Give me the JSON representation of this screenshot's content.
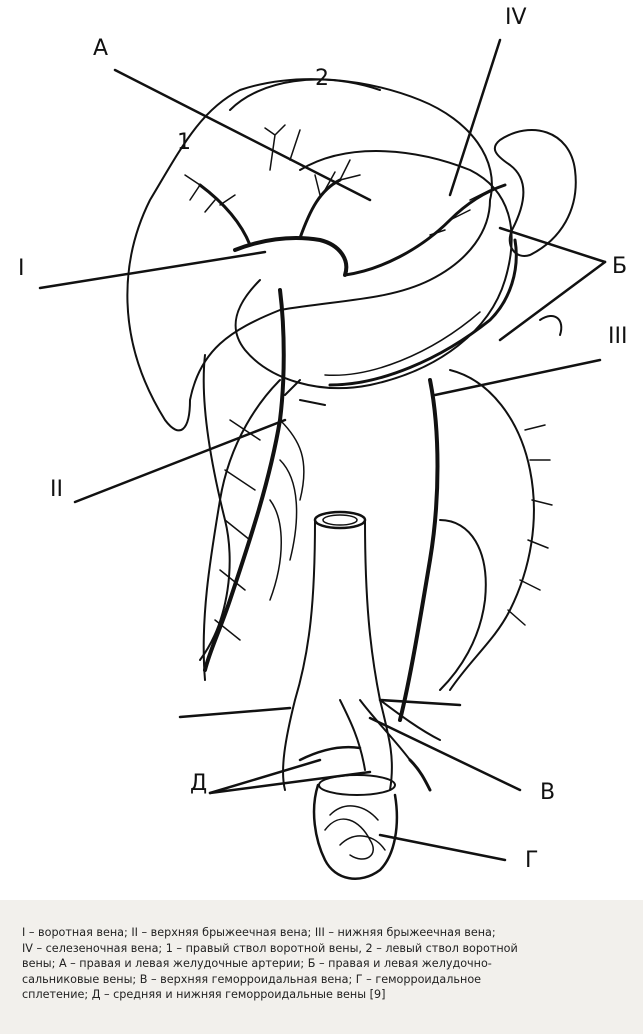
{
  "labels": {
    "A": "А",
    "two": "2",
    "IV": "IV",
    "one": "1",
    "I": "I",
    "B": "Б",
    "III": "III",
    "II": "II",
    "D": "Д",
    "V": "В",
    "G": "Г"
  },
  "caption": {
    "line1": "I – воротная вена; II – верхняя брыжеечная вена; III – нижняя брыжеечная вена;",
    "line2": "IV – селезеночная вена; 1 – правый ствол воротной вены, 2 – левый ствол воротной",
    "line3": "вены; А – правая и левая желудочные артерии; Б – правая и левая желудочно-",
    "line4": "сальниковые вены; В – верхняя геморроидальная вена; Г – геморроидальное",
    "line5": "сплетение; Д – средняя и нижняя геморроидальные вены [9]"
  },
  "colors": {
    "ink": "#111111",
    "paper": "#ffffff",
    "page": "#f2f0ec"
  }
}
